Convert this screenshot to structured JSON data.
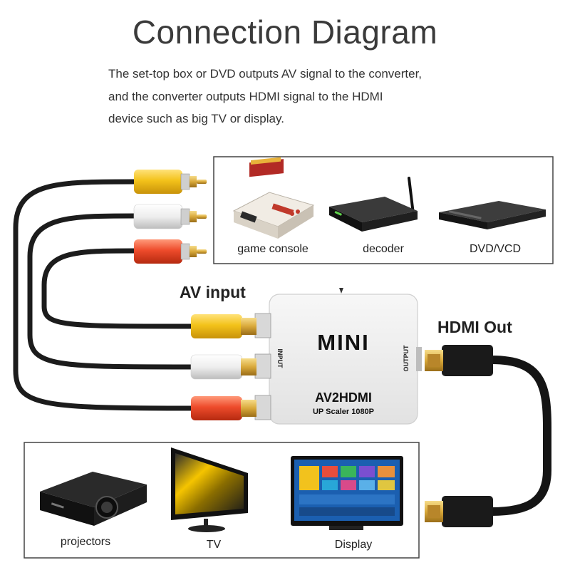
{
  "title": "Connection Diagram",
  "description": [
    "The set-top box or DVD outputs AV signal to the converter,",
    "and the converter outputs HDMI signal to the HDMI",
    "device such as big TV or display."
  ],
  "labels": {
    "av_input": "AV input",
    "hdmi_out": "HDMI Out"
  },
  "sources": [
    "game console",
    "decoder",
    "DVD/VCD"
  ],
  "outputs": [
    "projectors",
    "TV",
    "Display"
  ],
  "converter": {
    "brand": "MINI",
    "model": "AV2HDMI",
    "subtitle": "UP Scaler 1080P",
    "input_label": "INPUT",
    "output_label": "OUTPUT"
  },
  "colors": {
    "rca_yellow": "#f3c21a",
    "rca_white": "#f2f2f2",
    "rca_red": "#ee4b2b",
    "cable": "#1c1c1c",
    "gold": "#d9a93a"
  }
}
